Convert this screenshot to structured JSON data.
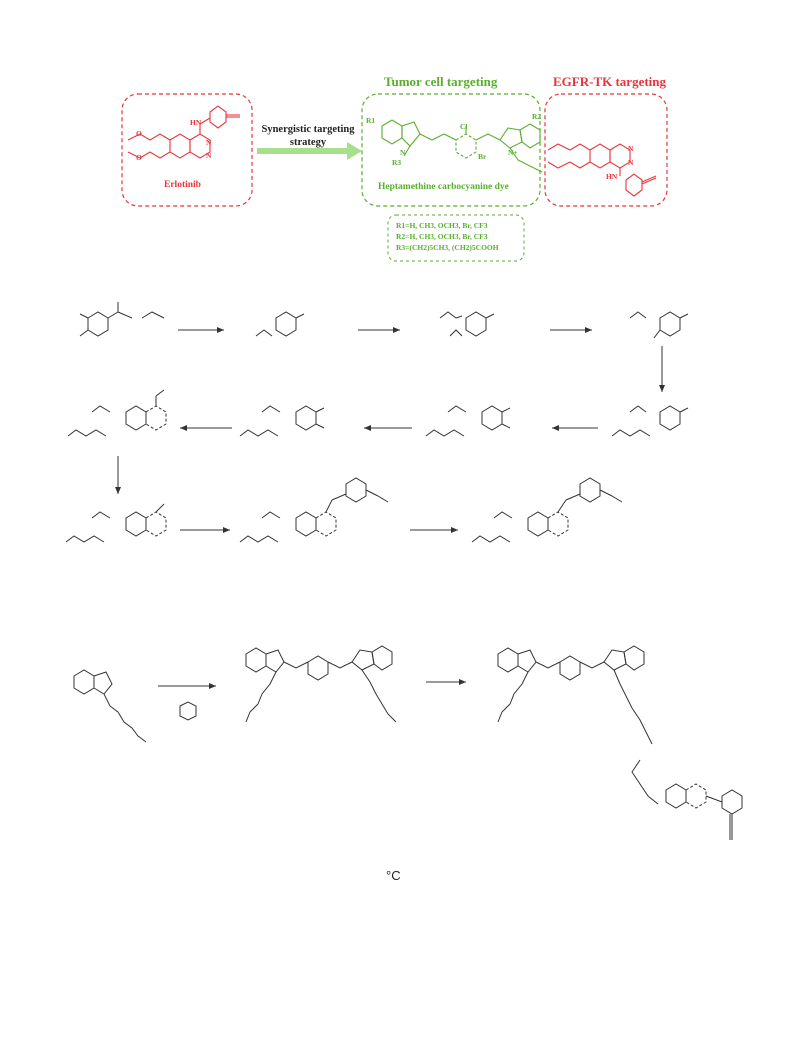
{
  "graphic": {
    "headings": {
      "tumor": "Tumor cell targeting",
      "egfr": "EGFR-TK targeting"
    },
    "arrow_label": [
      "Synergistic targeting",
      "strategy"
    ],
    "erlotinib": "Erlotinib",
    "dye": "Heptamethine carbocyanine dye",
    "r_list": [
      "R1=H, CH3, OCH3, Br, CF3",
      "R2=H, CH3, OCH3, Br, CF3",
      "R3=(CH2)5CH3, (CH2)5COOH"
    ],
    "atoms": {
      "hn": "HN",
      "n": "N",
      "o": "O",
      "cl": "Cl",
      "br": "Br",
      "r1": "R1",
      "r2": "R2",
      "r3": "R3",
      "nplus": "N+",
      "hn2": "HN"
    }
  },
  "footer": {
    "unit": "°C"
  },
  "colors": {
    "red": "#e8353b",
    "green": "#5aae2e",
    "arrow_green": "#a6e08a",
    "bond": "#333333"
  }
}
